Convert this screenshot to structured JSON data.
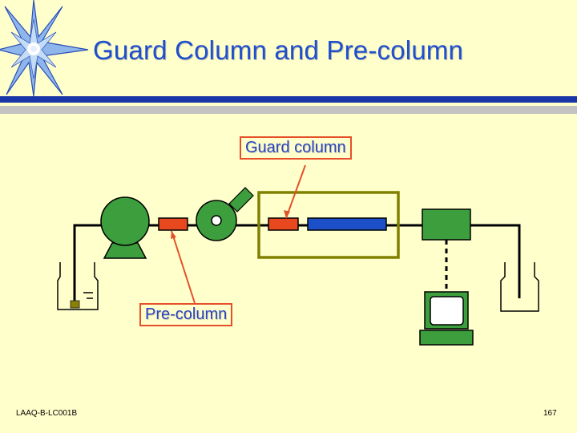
{
  "slide": {
    "title": "Guard Column and Pre-column",
    "footer_code": "LAAQ-B-LC001B",
    "page_number": "167"
  },
  "labels": {
    "guard_column": "Guard column",
    "pre_column": "Pre-column"
  },
  "colors": {
    "background": "#FFFFCC",
    "title": "#1f4fcf",
    "band": "#1a35a8",
    "component_green": "#3C9E3C",
    "column_red": "#E8481E",
    "column_blue": "#1C50C8",
    "highlight_box": "#808000",
    "callout_border": "#E5502A"
  },
  "icons": [
    "star-logo-icon",
    "solvent-bottle-icon",
    "pump-icon",
    "injector-icon",
    "detector-icon",
    "computer-icon",
    "waste-bottle-icon"
  ]
}
